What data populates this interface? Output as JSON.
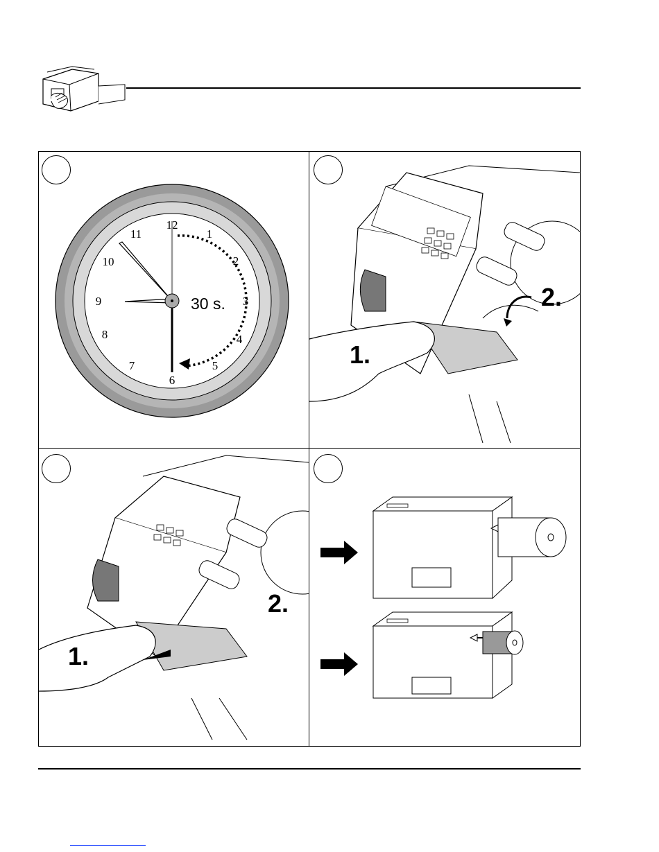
{
  "clock": {
    "numerals": [
      "12",
      "1",
      "2",
      "3",
      "4",
      "5",
      "6",
      "7",
      "8",
      "9",
      "10",
      "11"
    ],
    "duration_label": "30 s."
  },
  "step2": {
    "label_1": "1.",
    "label_2": "2."
  },
  "step3": {
    "label_1": "1.",
    "label_2": "2."
  },
  "icons": {
    "header": "printer-hand-icon",
    "arrow": "right-arrow-icon"
  },
  "colors": {
    "ink": "#000000",
    "clock_bezel": "#9a9a9a",
    "clock_ring": "#d8d8d8",
    "link_line": "#3355ff"
  }
}
